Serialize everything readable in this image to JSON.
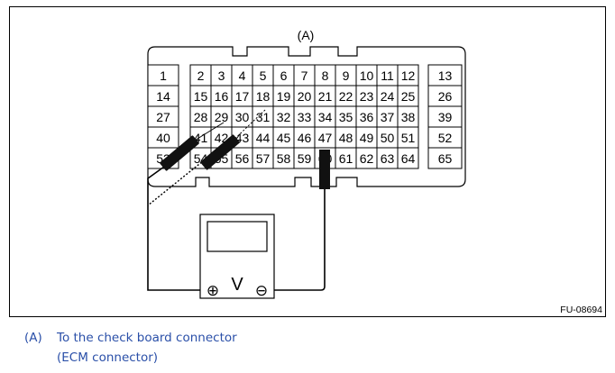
{
  "connector": {
    "label": "(A)",
    "left_block": [
      [
        "1"
      ],
      [
        "14"
      ],
      [
        "27"
      ],
      [
        "40"
      ],
      [
        "53"
      ]
    ],
    "center_block": [
      [
        "2",
        "3",
        "4",
        "5",
        "6",
        "7",
        "8",
        "9",
        "10",
        "11",
        "12"
      ],
      [
        "15",
        "16",
        "17",
        "18",
        "19",
        "20",
        "21",
        "22",
        "23",
        "24",
        "25"
      ],
      [
        "28",
        "29",
        "30",
        "31",
        "32",
        "33",
        "34",
        "35",
        "36",
        "37",
        "38"
      ],
      [
        "41",
        "42",
        "43",
        "44",
        "45",
        "46",
        "47",
        "48",
        "49",
        "50",
        "51"
      ],
      [
        "54",
        "55",
        "56",
        "57",
        "58",
        "59",
        "60",
        "61",
        "62",
        "63",
        "64"
      ]
    ],
    "right_block": [
      [
        "13"
      ],
      [
        "26"
      ],
      [
        "39"
      ],
      [
        "52"
      ],
      [
        "65"
      ]
    ]
  },
  "meter": {
    "unit": "V",
    "plus": "⊕",
    "minus": "⊖"
  },
  "figure_ref": "FU-08694",
  "caption": {
    "tag": "(A)",
    "line1": "To the check board connector",
    "line2": "(ECM connector)"
  }
}
